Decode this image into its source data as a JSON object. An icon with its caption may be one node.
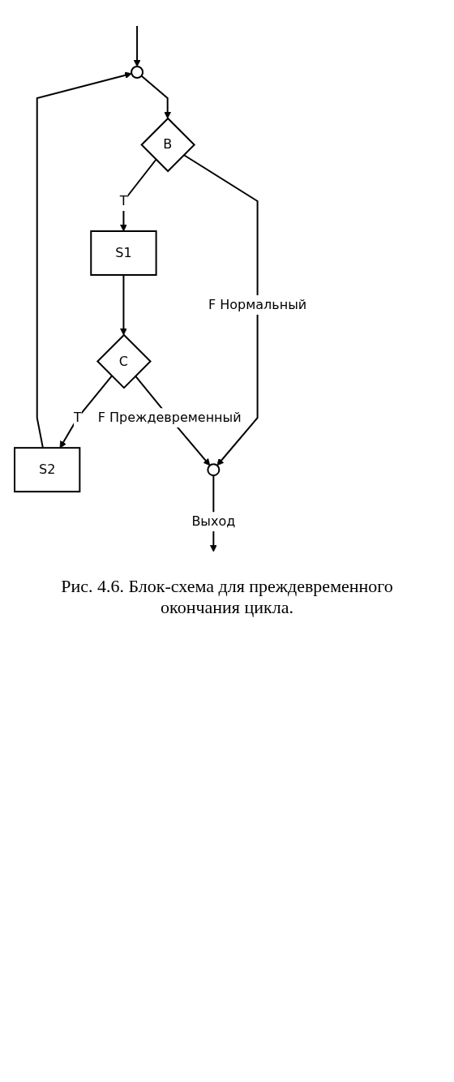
{
  "diagram": {
    "caption": "Рис. 4.6. Блок-схема для преждевременного окончания цикла.",
    "nodes": [
      {
        "text": [],
        "shape": "circle"
      },
      {
        "text": [
          "B"
        ]
      },
      {
        "text": [
          "S1"
        ]
      },
      {
        "text": [
          "C"
        ]
      },
      {
        "text": [
          "S2"
        ]
      },
      {
        "text": [],
        "shape": "circle"
      }
    ],
    "edges": [
      {
        "from": null,
        "to": 0,
        "arrow": "to"
      },
      {
        "from": 0,
        "to": 1,
        "arrow": "to"
      },
      {
        "from": 1,
        "to": 2,
        "arrow": "to",
        "label": "T"
      },
      {
        "from": 2,
        "to": 3,
        "arrow": "to"
      },
      {
        "from": 3,
        "to": 4,
        "arrow": "to",
        "label": "T"
      },
      {
        "from": 4,
        "to": 0,
        "arrow": "to"
      },
      {
        "from": 1,
        "to": 5,
        "arrow": "to",
        "label": "F Нормальный"
      },
      {
        "from": 3,
        "to": 5,
        "arrow": "to",
        "label": "F Преждевременный"
      },
      {
        "from": 5,
        "to": null,
        "arrow": "to",
        "label": "Выход"
      }
    ]
  }
}
